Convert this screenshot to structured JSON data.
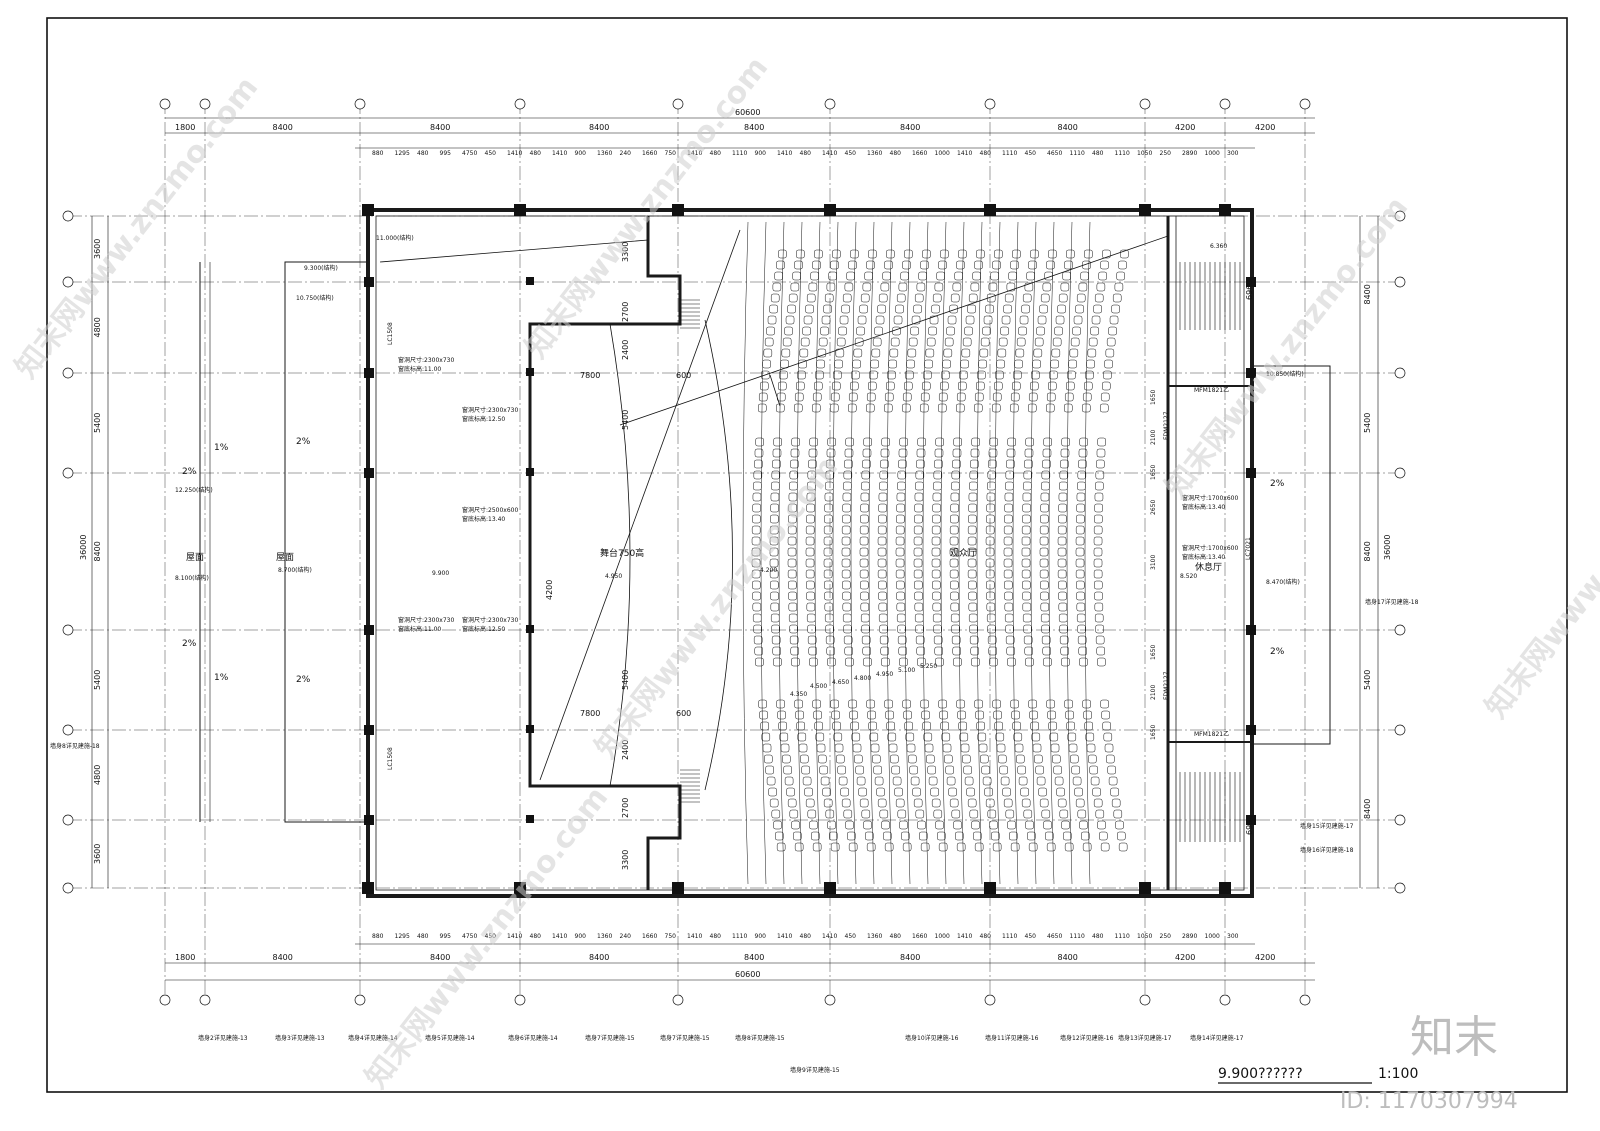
{
  "drawing": {
    "total_width_dim": "60600",
    "total_height_dim": "36000",
    "top_spans": [
      "1800",
      "8400",
      "8400",
      "8400",
      "8400",
      "8400",
      "8400",
      "4200",
      "4200"
    ],
    "top_detail": [
      "880",
      "1295",
      "480",
      "995",
      "4750",
      "450",
      "1410",
      "480",
      "1410",
      "900",
      "1360",
      "240",
      "1660",
      "750",
      "1410",
      "480",
      "1110",
      "900",
      "1410",
      "480",
      "1410",
      "450",
      "1360",
      "480",
      "1660",
      "1000",
      "1410",
      "480",
      "1110",
      "450",
      "4650",
      "1110",
      "480",
      "1110",
      "1050",
      "250",
      "2890",
      "1000",
      "300"
    ],
    "left_dims": [
      "3600",
      "4800",
      "5400",
      "8400",
      "5400",
      "4800",
      "3600"
    ],
    "right_dims": [
      "8400",
      "5400",
      "8400",
      "5400",
      "8400"
    ],
    "stair_dims": [
      "6960",
      "6960"
    ],
    "inner_dims": [
      "7800",
      "7800",
      "2400",
      "5400",
      "4200",
      "5400",
      "2400",
      "2700",
      "2700",
      "3300",
      "3300",
      "600",
      "600"
    ],
    "aisle_dims": [
      "1650",
      "2100",
      "1650",
      "2650",
      "3100",
      "1650",
      "2100",
      "1650"
    ],
    "window_labels": [
      {
        "name": "窗洞尺寸:2300x730",
        "sill": "窗底标高:11.00"
      },
      {
        "name": "窗洞尺寸:2300x730",
        "sill": "窗底标高:12.50"
      },
      {
        "name": "窗洞尺寸:2500x600",
        "sill": "窗底标高:13.40"
      },
      {
        "name": "窗洞尺寸:2300x730",
        "sill": "窗底标高:12.50"
      },
      {
        "name": "窗洞尺寸:2300x730",
        "sill": "窗底标高:11.00"
      },
      {
        "name": "窗洞尺寸:1700x600",
        "sill": "窗底标高:13.40"
      },
      {
        "name": "窗洞尺寸:1700x600",
        "sill": "窗底标高:13.40"
      }
    ],
    "elevations": [
      "11.000(结构)",
      "9.300(结构)",
      "10.750(结构)",
      "8.100(结构)",
      "12.250(结构)",
      "8.700(结构)",
      "9.900",
      "4.950",
      "4.200",
      "8.520",
      "8.470(结构)",
      "10.850(结构)",
      "6.360",
      "4.350",
      "4.500",
      "4.650",
      "4.800",
      "4.950",
      "5.100",
      "5.250"
    ],
    "room_labels": [
      "屋面",
      "屋面",
      "舞台750高",
      "休息厅",
      "观众厅"
    ],
    "slopes": [
      "2%",
      "2%",
      "2%",
      "2%",
      "1%",
      "1%",
      "2%",
      "2%"
    ],
    "door_labels": [
      "MFM1821乙",
      "MFM1821乙",
      "FDM2127",
      "FDM2127",
      "LC1508",
      "LC1508",
      "LC7021"
    ],
    "section_refs": [
      "墙身8详见建施-18",
      "墙身2详见建施-13",
      "墙身3详见建施-13",
      "墙身4详见建施-14",
      "墙身5详见建施-14",
      "墙身6详见建施-14",
      "墙身7详见建施-15",
      "墙身7详见建施-15",
      "墙身8详见建施-15",
      "墙身9详见建施-15",
      "墙身10详见建施-16",
      "墙身11详见建施-16",
      "墙身12详见建施-16",
      "墙身13详见建施-17",
      "墙身14详见建施-17",
      "墙身15详见建施-17",
      "墙身16详见建施-18",
      "墙身17详见建施-18"
    ],
    "title": "9.900??????",
    "scale": "1:100"
  },
  "watermark": {
    "text": "知末网www.znzmo.com",
    "logo": "知末",
    "id": "ID: 1170307994"
  },
  "colors": {
    "line": "#111111",
    "wall": "#1a1a1a",
    "watermark": "#c8c8c8"
  }
}
